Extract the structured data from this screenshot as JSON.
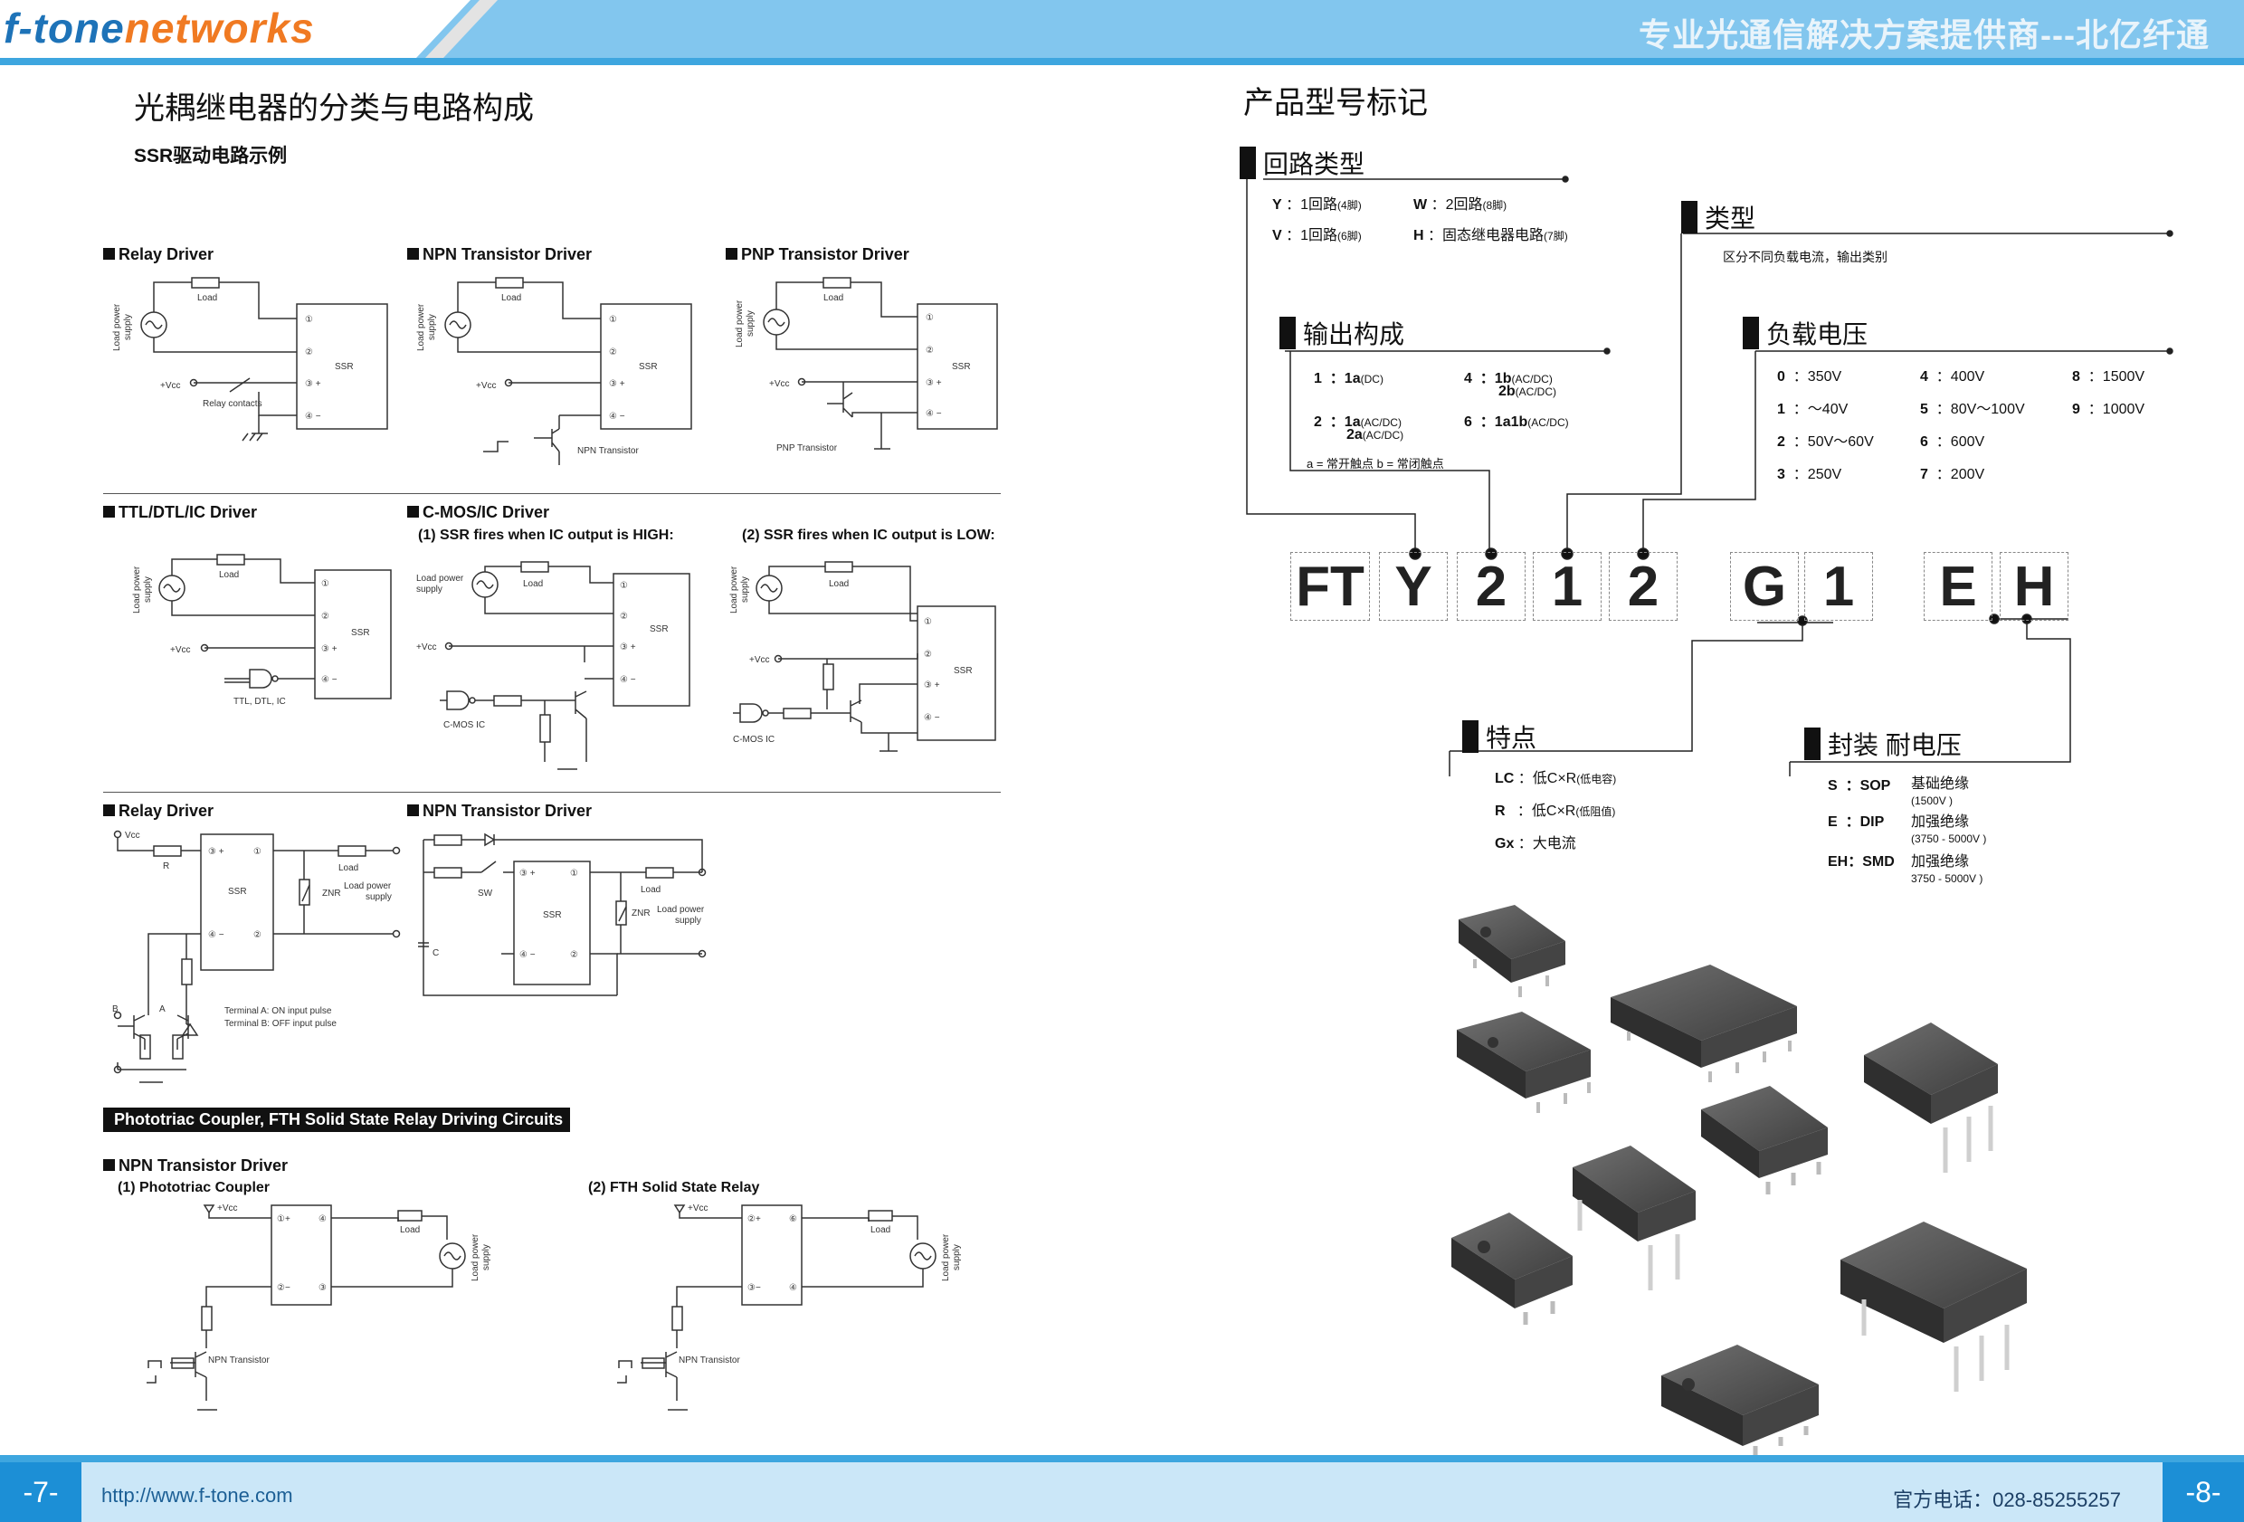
{
  "header": {
    "logo_a": "f-tone",
    "logo_b": "networks",
    "slogan": "专业光通信解决方案提供商---北亿纤通"
  },
  "footer": {
    "page_left": "-7-",
    "page_right": "-8-",
    "url": "http://www.f-tone.com",
    "phone": "官方电话：028-85255257"
  },
  "left": {
    "title": "光耦继电器的分类与电路构成",
    "subtitle": "SSR驱动电路示例",
    "row1": {
      "relay": "Relay Driver",
      "npn": "NPN Transistor Driver",
      "pnp": "PNP Transistor Driver"
    },
    "row2": {
      "ttl": "TTL/DTL/IC Driver",
      "cmos": "C-MOS/IC Driver",
      "cmos_high": "(1) SSR fires when IC output is HIGH:",
      "cmos_low": "(2) SSR fires when IC output is LOW:"
    },
    "row3": {
      "relay": "Relay Driver",
      "npn": "NPN Transistor Driver"
    },
    "band": "Phototriac Coupler,   FTH Solid State Relay Driving Circuits",
    "row4": {
      "npn": "NPN Transistor Driver",
      "photo": "(1) Phototriac Coupler",
      "fth": "(2)  FTH Solid State Relay"
    },
    "labels": {
      "load": "Load",
      "lps1": "Load power",
      "lps2": "supply",
      "ssr": "SSR",
      "vcc": "+Vcc",
      "relay_contacts": "Relay contacts",
      "npn_t": "NPN Transistor",
      "pnp_t": "PNP Transistor",
      "ttl_ic": "TTL, DTL, IC",
      "cmos_ic": "C-MOS IC",
      "vcc2": "Vcc",
      "r": "R",
      "znr": "ZNR",
      "sw": "SW",
      "c": "C",
      "term_a": "Terminal A: ON input pulse",
      "term_b": "Terminal B: OFF input pulse",
      "a": "A",
      "b": "B"
    }
  },
  "right": {
    "title": "产品型号标记",
    "circuit": {
      "title": "回路类型",
      "items": [
        {
          "code": "Y",
          "desc": "：1回路",
          "note": "(4脚)"
        },
        {
          "code": "W",
          "desc": "：2回路",
          "note": "(8脚)"
        },
        {
          "code": "V",
          "desc": "：1回路",
          "note": "(6脚)"
        },
        {
          "code": "H",
          "desc": "：固态继电器电路",
          "note": "(7脚)"
        }
      ]
    },
    "type": {
      "title": "类型",
      "desc": "区分不同负载电流，输出类别"
    },
    "output": {
      "title": "输出构成",
      "note": "a = 常开触点    b = 常闭触点",
      "items": [
        {
          "code": "1",
          "v": "：1a",
          "n": "(DC)"
        },
        {
          "code": "4",
          "v": "：1b",
          "n": "(AC/DC)"
        },
        {
          "code": "",
          "v": "2b",
          "n": "(AC/DC)"
        },
        {
          "code": "2",
          "v": "：1a",
          "n": "(AC/DC)"
        },
        {
          "code": "",
          "v": "2a",
          "n": "(AC/DC)"
        },
        {
          "code": "6",
          "v": "：1a1b",
          "n": "(AC/DC)"
        }
      ]
    },
    "voltage": {
      "title": "负载电压",
      "items": [
        {
          "code": "0",
          "v": "：350V"
        },
        {
          "code": "4",
          "v": "：400V"
        },
        {
          "code": "8",
          "v": "：1500V"
        },
        {
          "code": "1",
          "v": "：～40V"
        },
        {
          "code": "5",
          "v": "：80V～100V"
        },
        {
          "code": "9",
          "v": "：1000V"
        },
        {
          "code": "2",
          "v": "：50V～60V"
        },
        {
          "code": "6",
          "v": "：600V"
        },
        {
          "code": "3",
          "v": "：250V"
        },
        {
          "code": "7",
          "v": "：200V"
        }
      ]
    },
    "model": [
      "FT",
      "Y",
      "2",
      "1",
      "2",
      "G",
      "1",
      "E",
      "H"
    ],
    "feature": {
      "title": "特点",
      "items": [
        {
          "code": "LC",
          "v": "：低C×R",
          "n": "(低电容)"
        },
        {
          "code": "R",
          "v": "：低C×R",
          "n": "(低阻值)"
        },
        {
          "code": "Gx",
          "v": "：大电流",
          "n": ""
        }
      ]
    },
    "package": {
      "title": "封装   耐电压",
      "items": [
        {
          "code": "S",
          "pkg": "：SOP",
          "v": "基础绝缘",
          "n": "(1500V  )"
        },
        {
          "code": "E",
          "pkg": "：DIP",
          "v": "加强绝缘",
          "n": "(3750 - 5000V )"
        },
        {
          "code": "EH",
          "pkg": "：SMD",
          "v": "加强绝缘",
          "n": "3750 - 5000V )"
        }
      ]
    }
  }
}
